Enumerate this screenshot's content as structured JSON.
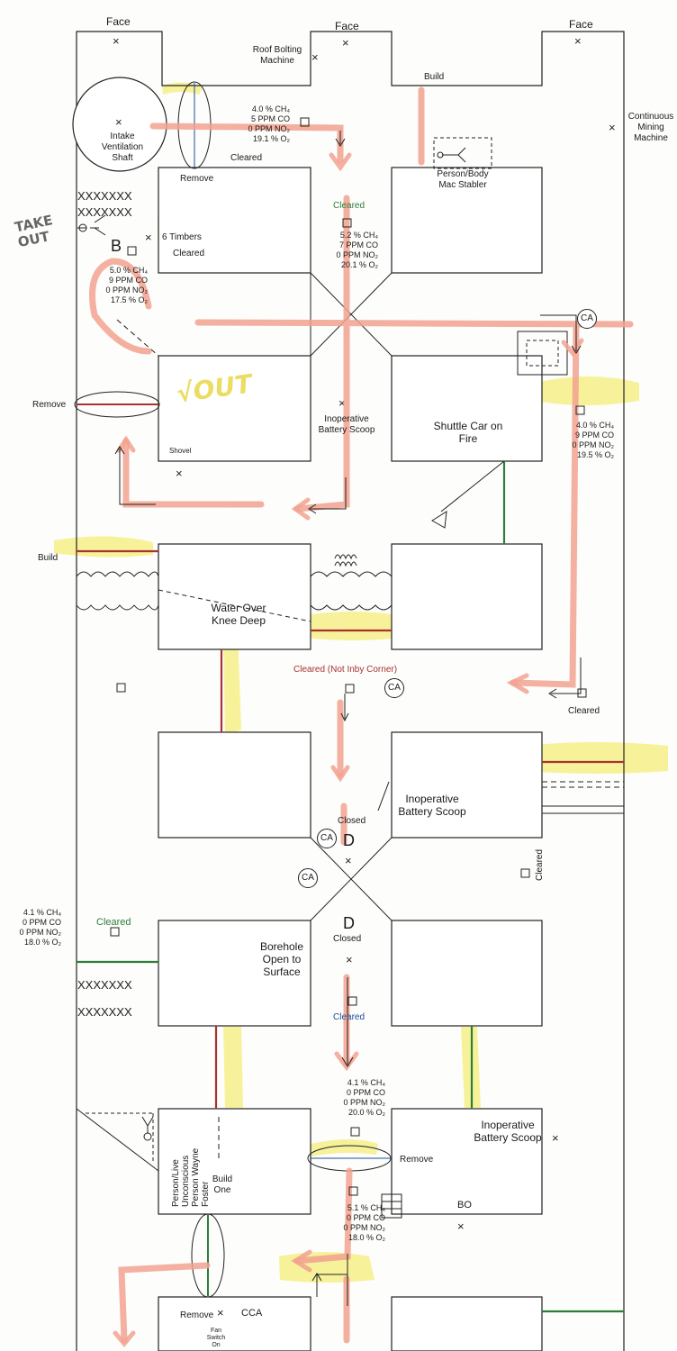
{
  "faces": {
    "left": "Face",
    "center": "Face",
    "right": "Face"
  },
  "equipment": {
    "roof_bolter": "Roof Bolting Machine",
    "continuous_miner": "Continuous Mining Machine",
    "intake_shaft": "Intake Ventilation Shaft",
    "scoop_top": "Inoperative Battery Scoop",
    "scoop_mid": "Inoperative Battery Scoop",
    "scoop_bottom": "Inoperative Battery Scoop",
    "shuttle_car": "Shuttle Car on Fire",
    "shovel": "Shovel",
    "borehole": "Borehole Open to Surface",
    "water": "Water Over Knee Deep",
    "timbers": "6 Timbers",
    "person_body": "Person/Body Mac Stabler",
    "person_live": "Person/Live Unconscious Person Wayne Foster",
    "fan_switch": "Fan Switch On",
    "bo": "BO",
    "cca": "CCA"
  },
  "actions": {
    "remove_intake": "Remove",
    "remove_left": "Remove",
    "remove_mid": "Remove",
    "remove_bottom": "Remove",
    "build_top": "Build",
    "build_left": "Build",
    "build_one": "Build One",
    "cleared_a": "Cleared",
    "cleared_b": "Cleared",
    "cleared_c": "Cleared",
    "cleared_d": "Cleared",
    "cleared_e": "Cleared",
    "cleared_f": "Cleared",
    "cleared_g": "Cleared",
    "cleared_not_inby": "Cleared (Not Inby Corner)",
    "closed_top": "Closed",
    "closed_bottom": "Closed",
    "take_out": "TAKE OUT",
    "v_out": "√OUT"
  },
  "markers": {
    "ca": "CA",
    "b": "B",
    "d": "D"
  },
  "readings": {
    "r1": {
      "ch4": "4.0 % CH₄",
      "co": "5 PPM CO",
      "no2": "0 PPM NO₂",
      "o2": "19.1 % O₂"
    },
    "r2": {
      "ch4": "5.2 % CH₄",
      "co": "7 PPM CO",
      "no2": "0 PPM NO₂",
      "o2": "20.1 % O₂"
    },
    "r3": {
      "ch4": "5.0 % CH₄",
      "co": "9 PPM CO",
      "no2": "0 PPM NO₂",
      "o2": "17.5 % O₂"
    },
    "r4": {
      "ch4": "4.0 % CH₄",
      "co": "9 PPM CO",
      "no2": "0 PPM NO₂",
      "o2": "19.5 % O₂"
    },
    "r5": {
      "ch4": "4.1 % CH₄",
      "co": "0 PPM CO",
      "no2": "0 PPM NO₂",
      "o2": "18.0 % O₂"
    },
    "r6": {
      "ch4": "4.1 % CH₄",
      "co": "0 PPM CO",
      "no2": "0 PPM NO₂",
      "o2": "20.0 % O₂"
    },
    "r7": {
      "ch4": "5.1 % CH₄",
      "co": "0 PPM CO",
      "no2": "0 PPM NO₂",
      "o2": "18.0 % O₂"
    }
  },
  "colors": {
    "route": "#f2a28f",
    "highlight": "#f4ee7a",
    "line": "#222222",
    "green": "#2e7d3a",
    "red": "#a83232"
  }
}
